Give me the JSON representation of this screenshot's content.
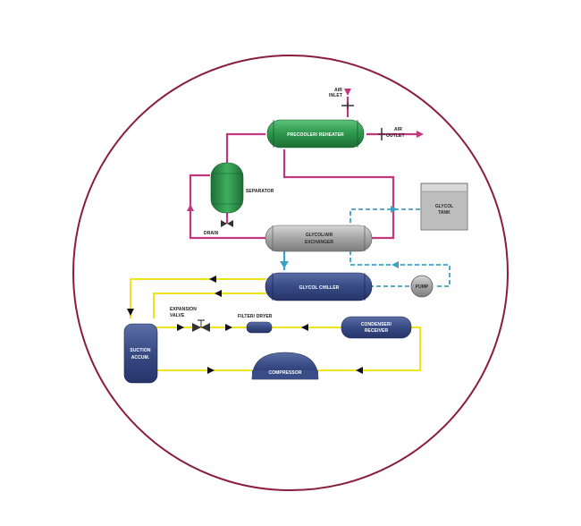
{
  "labels": {
    "air_inlet_1": "AIR",
    "air_inlet_2": "INLET",
    "precooler": "PRECOOLER/ REHEATER",
    "air_outlet_1": "AIR",
    "air_outlet_2": "OUTLET",
    "separator": "SEPARATOR",
    "drain": "DRAIN",
    "glycol_tank_1": "GLYCOL",
    "glycol_tank_2": "TANK",
    "exchanger_1": "GLYCOL/AIR",
    "exchanger_2": "EXCHANGER",
    "pump": "PUMP",
    "chiller": "GLYCOL CHILLER",
    "expansion_1": "EXPANSION",
    "expansion_2": "VALVE",
    "filter": "FILTER/ DRYER",
    "condenser_1": "CONDENSER/",
    "condenser_2": "RECEIVER",
    "suction_1": "SUCTION",
    "suction_2": "ACCUM.",
    "compressor": "COMPRESSOR"
  },
  "colors": {
    "circle": "#8a1c3c",
    "air_line": "#c2387f",
    "refrigerant_line": "#f2e41a",
    "glycol_line": "#3aa2c8",
    "precooler": "#2f9a4f",
    "separator": "#2f9a4f",
    "exchanger": "#a9a9a9",
    "chiller": "#3a4d86",
    "navy": "#3a4d86",
    "tank": "#c9c9c9"
  }
}
